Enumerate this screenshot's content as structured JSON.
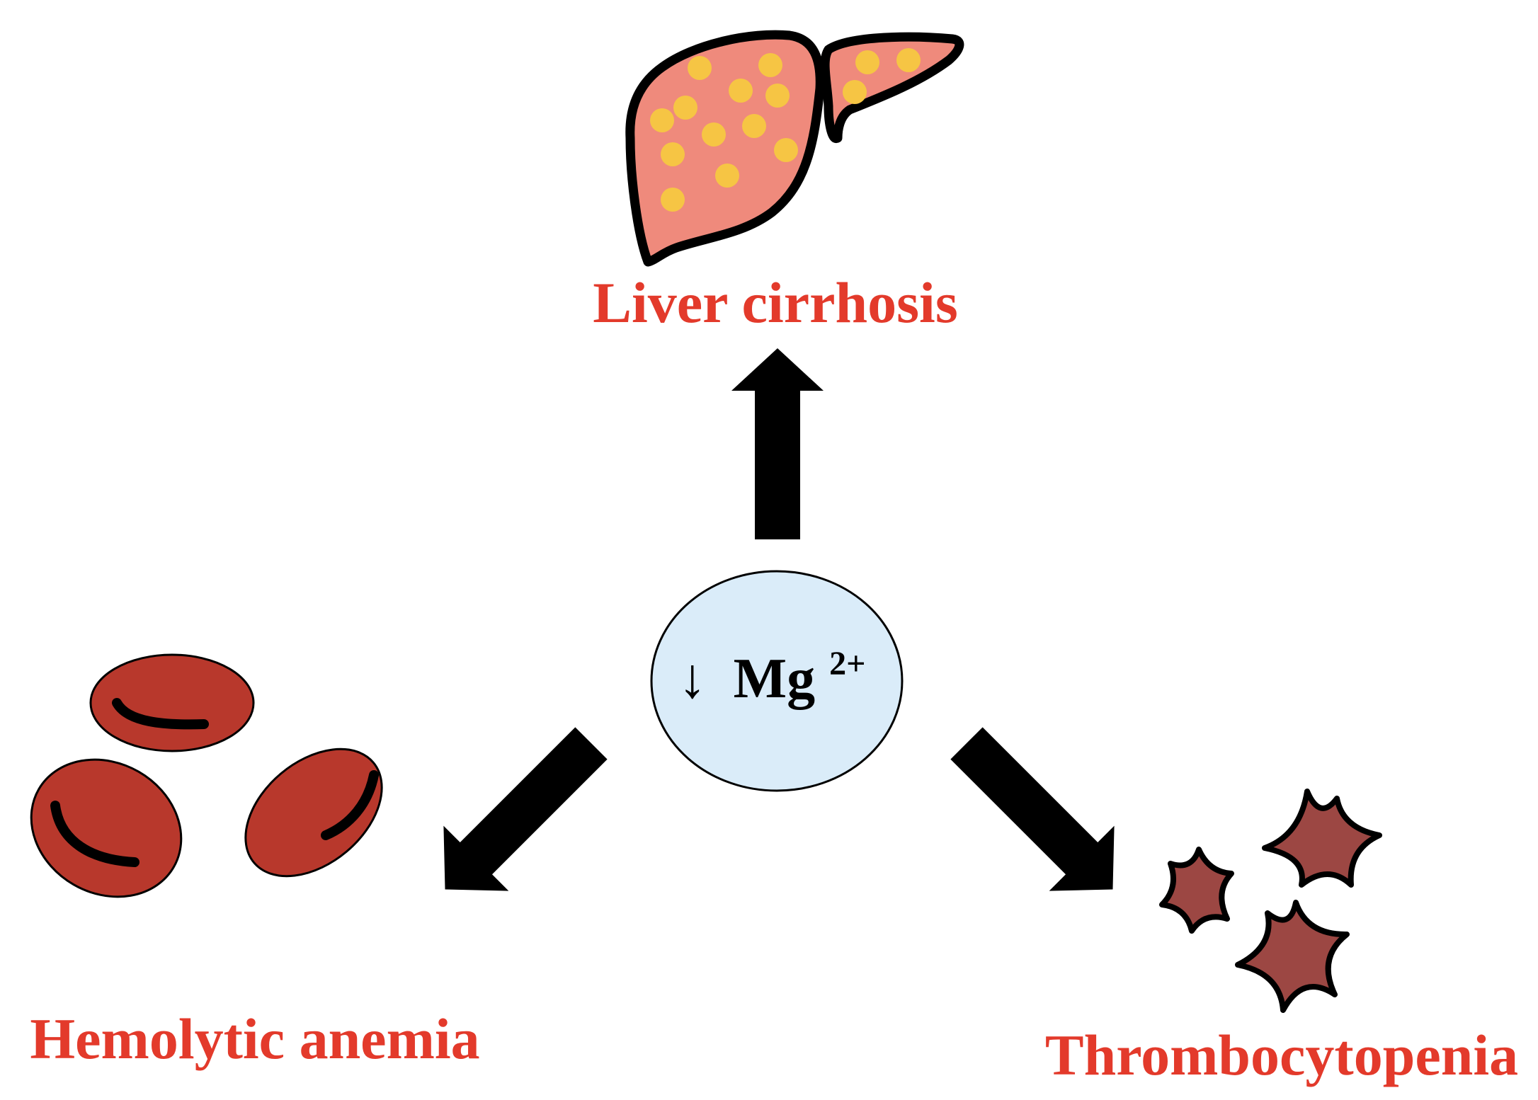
{
  "center": {
    "arrow_glyph": "↓",
    "ion_symbol": "Mg",
    "charge": "2+"
  },
  "outcomes": {
    "top": "Liver cirrhosis",
    "left": "Hemolytic anemia",
    "right": "Thrombocytopenia"
  },
  "colors": {
    "label_red": "#e33a2b",
    "circle_fill": "#daecf9",
    "liver_fill": "#ef8a7c",
    "fat_droplet": "#f6c544",
    "rbc_fill": "#b8382c",
    "platelet_fill": "#9c4743",
    "arrow": "#000000"
  },
  "icons": [
    "liver-icon",
    "red-blood-cell-icon",
    "platelet-icon",
    "arrow-icon"
  ]
}
